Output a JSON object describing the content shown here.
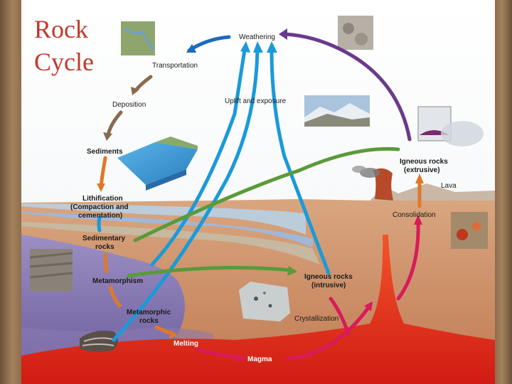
{
  "title_lines": [
    "Rock",
    "Cycle"
  ],
  "labels": {
    "weathering": "Weathering",
    "transportation": "Transportation",
    "deposition": "Deposition",
    "uplift": "Uplift and exposure",
    "sediments": "Sediments",
    "lithification": [
      "Lithification",
      "(Compaction and",
      "cementation)"
    ],
    "sedimentary": [
      "Sedimentary",
      "rocks"
    ],
    "metamorphism": "Metamorphism",
    "metamorphic": [
      "Metamorphic",
      "rocks"
    ],
    "melting": "Melting",
    "magma": "Magma",
    "crystallization": "Crystallization",
    "igneous_intrusive": [
      "Igneous rocks",
      "(intrusive)"
    ],
    "igneous_extrusive": [
      "Igneous rocks",
      "(extrusive)"
    ],
    "lava": "Lava",
    "consolidation": "Consolidation"
  },
  "colors": {
    "title": "#c0392b",
    "arrow_blue": "#1a9ad9",
    "arrow_green": "#5a9a3a",
    "arrow_purple": "#6a3a8c",
    "arrow_magenta": "#d81b5a",
    "arrow_orange": "#e0782a",
    "arrow_brown": "#8a6a50",
    "magma": "#e8321e"
  }
}
